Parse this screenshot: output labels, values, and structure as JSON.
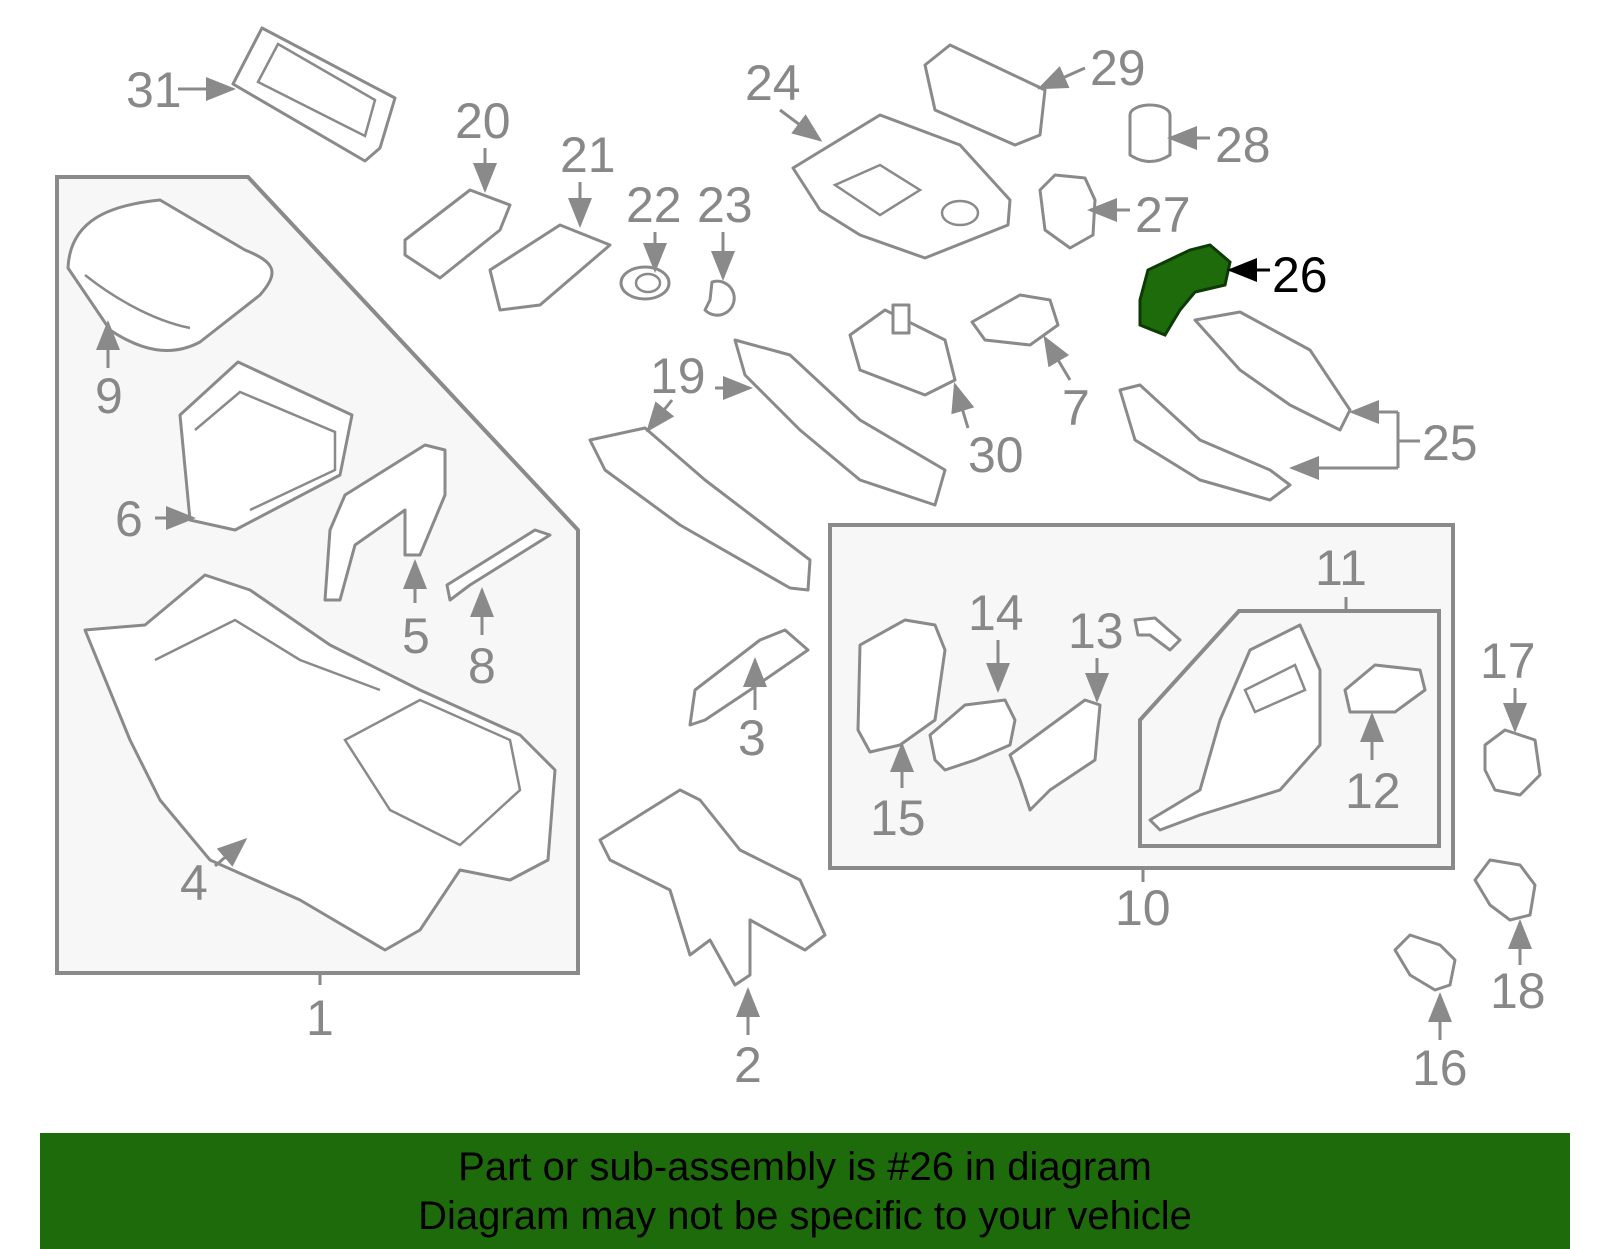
{
  "diagram": {
    "highlighted_part": "26",
    "highlight_color": "#1e6b0c",
    "callouts": [
      "1",
      "2",
      "3",
      "4",
      "5",
      "6",
      "7",
      "8",
      "9",
      "10",
      "11",
      "12",
      "13",
      "14",
      "15",
      "16",
      "17",
      "18",
      "19",
      "20",
      "21",
      "22",
      "23",
      "24",
      "25",
      "26",
      "27",
      "28",
      "29",
      "30",
      "31"
    ]
  },
  "banner": {
    "line1": "Part or sub-assembly is #26 in diagram",
    "line2": "Diagram may not be specific to your vehicle",
    "background": "#1e6b0c"
  }
}
